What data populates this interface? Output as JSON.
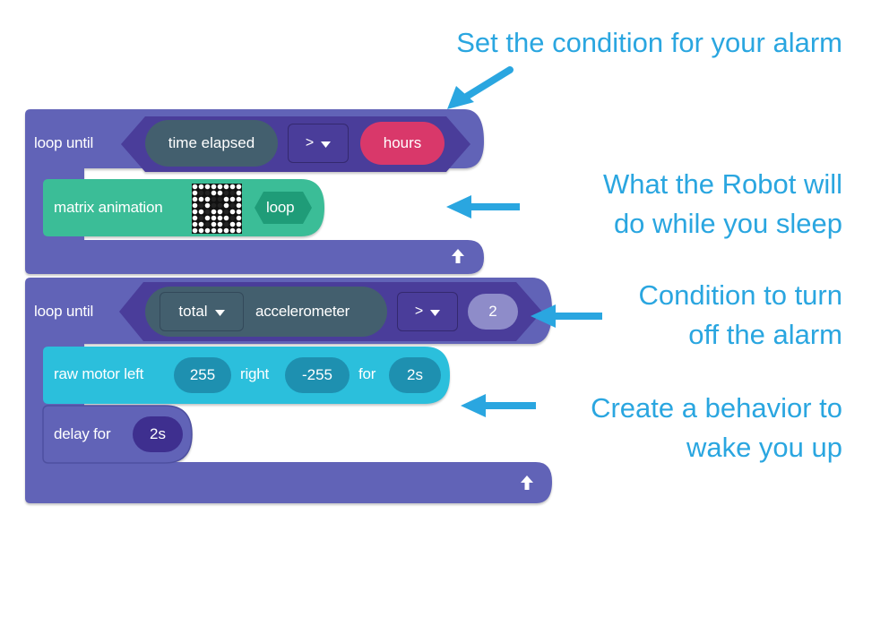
{
  "loop1": {
    "label": "loop until",
    "var": "time elapsed",
    "op": ">",
    "value": "hours"
  },
  "animation": {
    "label": "matrix animation",
    "mode": "loop"
  },
  "loop2": {
    "label": "loop until",
    "mode": "total",
    "sensor": "accelerometer",
    "op": ">",
    "value": "2"
  },
  "motor": {
    "label": "raw motor left",
    "left": "255",
    "right_label": "right",
    "right": "-255",
    "for_label": "for",
    "duration": "2s"
  },
  "delay": {
    "label": "delay for",
    "duration": "2s"
  },
  "annotations": {
    "a1": "Set the condition for your alarm",
    "a2_line1": "What the Robot will",
    "a2_line2": "do while you sleep",
    "a3_line1": "Condition to turn",
    "a3_line2": "off the alarm",
    "a4_line1": "Create a behavior to",
    "a4_line2": "wake you up"
  },
  "colors": {
    "loop_block": "#6163b7",
    "loop_dark": "#4a3d9a",
    "var_pill": "#435f6e",
    "hours_pill": "#d9386a",
    "animation_block": "#3bbd97",
    "motor_block": "#2bbfdc",
    "motor_value": "#1e90b0",
    "delay_value": "#3e2f8f",
    "annotation_text": "#2aa6e0"
  },
  "icons": [
    "chevron-down-icon",
    "loop-return-arrow-icon",
    "led-matrix-icon",
    "pointer-arrow-icon"
  ]
}
